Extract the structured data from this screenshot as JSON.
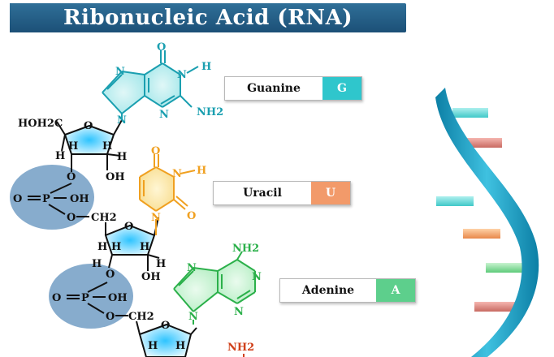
{
  "title": "Ribonucleic Acid (RNA)",
  "bases": [
    {
      "name": "Guanine",
      "letter": "G",
      "color": "#2fc6cc"
    },
    {
      "name": "Uracil",
      "letter": "U",
      "color": "#f29a6a"
    },
    {
      "name": "Adenine",
      "letter": "A",
      "color": "#5dcf8c"
    }
  ],
  "labels": {
    "hoh2c": "HOH2C",
    "h": "H",
    "o": "O",
    "oh": "OH",
    "n": "N",
    "nh2": "NH2",
    "ch2": "CH2",
    "phosphate_o_eq": "O",
    "phosphate_p": "P",
    "phosphate_oh": "OH"
  },
  "colors": {
    "guanine": "#1a9fb0",
    "uracil": "#f0a020",
    "adenine": "#2bb04a",
    "cytosine_partial": "#d0401a",
    "phosphate": "#7aa3c8",
    "sugar": "#3bb8f0",
    "helix": "#1a9fc2"
  }
}
